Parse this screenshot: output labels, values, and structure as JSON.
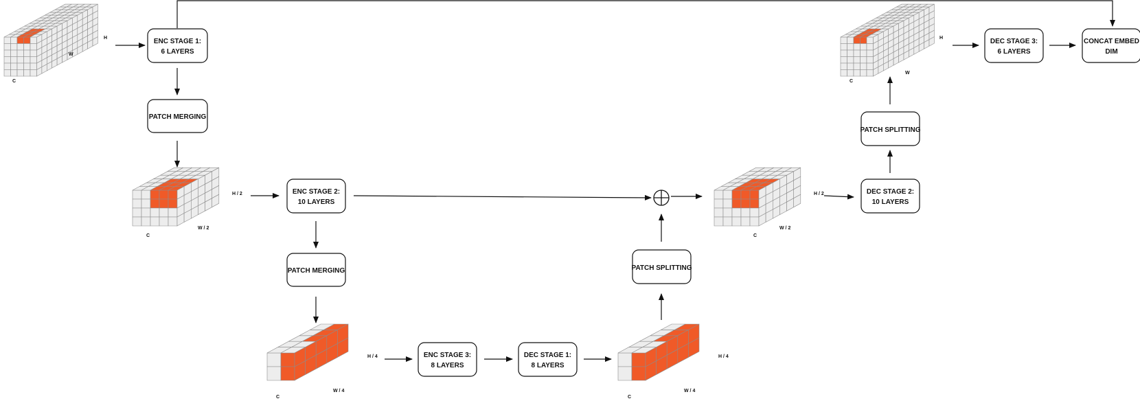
{
  "colors": {
    "highlight": "#f05a28",
    "cell": "#ededed",
    "grid": "#8c8c8c",
    "stroke": "#111111",
    "background": "#ffffff"
  },
  "boxes": {
    "enc_stage_1": [
      "ENC STAGE 1:",
      "6 LAYERS"
    ],
    "patch_merging_1": [
      "PATCH MERGING"
    ],
    "enc_stage_2": [
      "ENC STAGE 2:",
      "10 LAYERS"
    ],
    "patch_merging_2": [
      "PATCH MERGING"
    ],
    "enc_stage_3": [
      "ENC STAGE 3:",
      "8 LAYERS"
    ],
    "dec_stage_1": [
      "DEC STAGE 1:",
      "8 LAYERS"
    ],
    "patch_splitting_1": [
      "PATCH SPLITTING"
    ],
    "dec_stage_2": [
      "DEC STAGE 2:",
      "10 LAYERS"
    ],
    "patch_splitting_2": [
      "PATCH SPLITTING"
    ],
    "dec_stage_3": [
      "DEC STAGE 3:",
      "6 LAYERS"
    ],
    "concat_embed": [
      "CONCAT EMBED",
      "DIM"
    ]
  },
  "tensors": {
    "input": {
      "h": "H",
      "w": "W",
      "c": "C"
    },
    "enc_half": {
      "h": "H / 2",
      "w": "W / 2",
      "c": "C"
    },
    "enc_quarter": {
      "h": "H / 4",
      "w": "W / 4",
      "c": "C"
    },
    "dec_quarter": {
      "h": "H / 4",
      "w": "W / 4",
      "c": "C"
    },
    "dec_half": {
      "h": "H / 2",
      "w": "W / 2",
      "c": "C"
    },
    "output": {
      "h": "H",
      "w": "W",
      "c": "C"
    }
  },
  "operators": {
    "sum": "⊕"
  }
}
